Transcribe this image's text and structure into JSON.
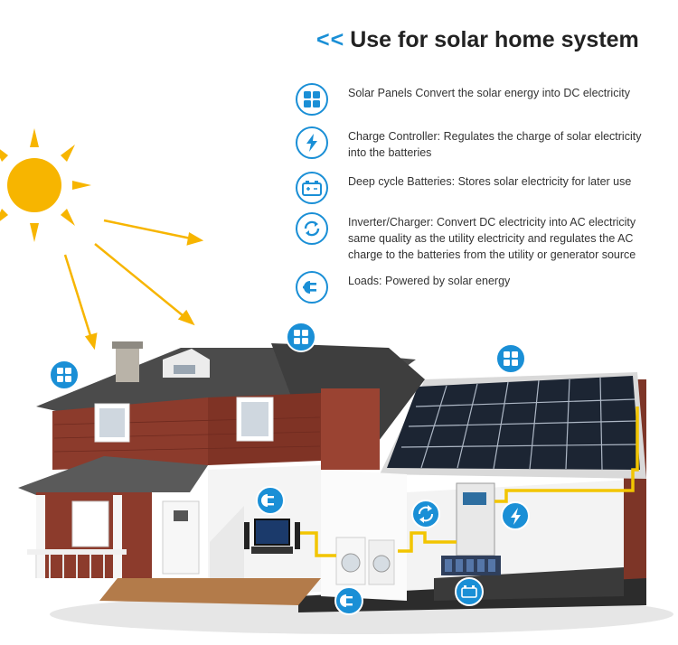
{
  "header": {
    "chevrons": "<<",
    "title": "Use for solar home system"
  },
  "legend": [
    {
      "icon": "solar-panel-icon",
      "text": "Solar Panels Convert the solar energy into DC electricity"
    },
    {
      "icon": "lightning-bolt-icon",
      "text": "Charge Controller: Regulates the charge of solar electricity into the batteries"
    },
    {
      "icon": "battery-icon",
      "text": "Deep cycle Batteries: Stores solar electricity for later use"
    },
    {
      "icon": "inverter-cycle-icon",
      "text": "Inverter/Charger: Convert DC electricity into AC electricity same quality as the utility electricity and regulates the AC charge to the batteries from the utility or generator source"
    },
    {
      "icon": "plug-icon",
      "text": "Loads: Powered by solar energy"
    }
  ],
  "colors": {
    "accent": "#1a8fd6",
    "sun": "#f7b500",
    "wire": "#f2c500",
    "brick": "#8c3b2c",
    "roof": "#4b4b4b"
  }
}
